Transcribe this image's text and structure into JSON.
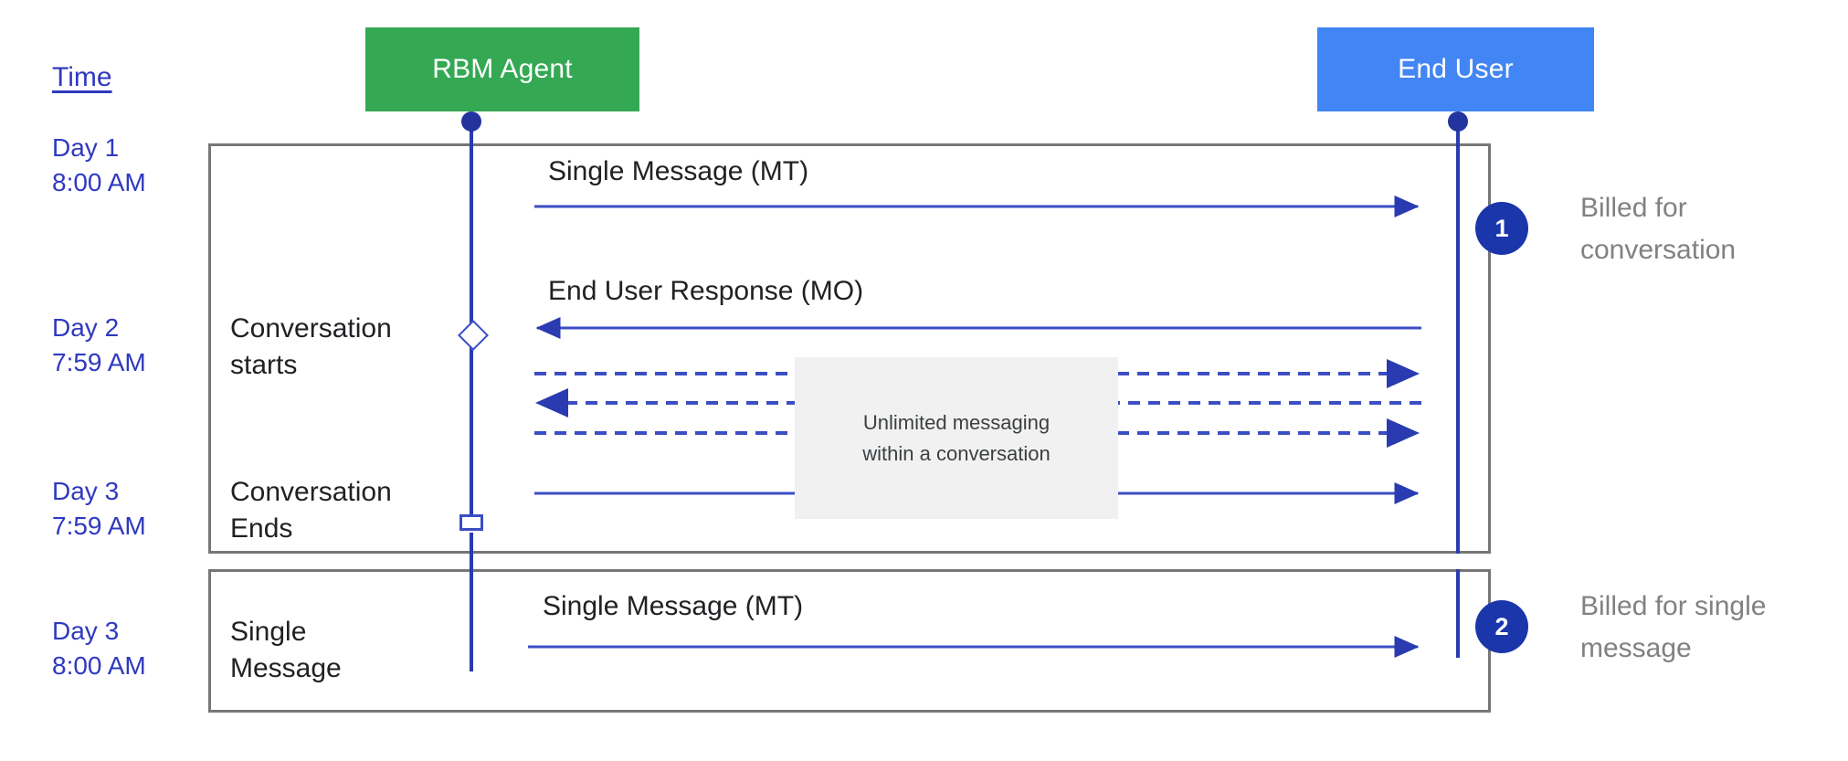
{
  "diagram": {
    "title_column_label": "Time",
    "actors": [
      {
        "id": "rbm-agent",
        "label": "RBM Agent",
        "color": "#34a853"
      },
      {
        "id": "end-user",
        "label": "End User",
        "color": "#4285f4"
      }
    ],
    "time_axis": [
      {
        "id": "t1",
        "text": "Day 1\n8:00 AM"
      },
      {
        "id": "t2",
        "text": "Day 2\n7:59 AM"
      },
      {
        "id": "t3",
        "text": "Day 3\n7:59 AM"
      },
      {
        "id": "t4",
        "text": "Day 3\n8:00 AM"
      }
    ],
    "phases": [
      {
        "id": "conversation",
        "inbox_labels": [
          "Conversation\nstarts",
          "Conversation\nEnds"
        ],
        "badge": "1",
        "billed_note": "Billed for\nconversation"
      },
      {
        "id": "single-message",
        "inbox_labels": [
          "Single\nMessage"
        ],
        "badge": "2",
        "billed_note": "Billed for single\nmessage"
      }
    ],
    "messages": [
      {
        "id": "m1",
        "label": "Single Message (MT)",
        "direction": "agent-to-user",
        "style": "solid"
      },
      {
        "id": "m2",
        "label": "End User Response (MO)",
        "direction": "user-to-agent",
        "style": "solid"
      },
      {
        "id": "m3",
        "label": "",
        "direction": "agent-to-user",
        "style": "dashed"
      },
      {
        "id": "m4",
        "label": "",
        "direction": "user-to-agent",
        "style": "dashed"
      },
      {
        "id": "m5",
        "label": "",
        "direction": "agent-to-user",
        "style": "dashed"
      },
      {
        "id": "m6",
        "label": "",
        "direction": "agent-to-user",
        "style": "solid"
      },
      {
        "id": "m7",
        "label": "Single Message (MT)",
        "direction": "agent-to-user",
        "style": "solid"
      }
    ],
    "note": {
      "id": "unlimited",
      "text": "Unlimited messaging\nwithin a conversation"
    },
    "colors": {
      "agent": "#34a853",
      "user": "#4285f4",
      "arrow": "#3b4ec4",
      "badge": "#1b35ab",
      "time_text": "#2f39bf",
      "box_border": "#767676",
      "note_bg": "#f1f1f1",
      "billed_text": "#818181"
    }
  }
}
